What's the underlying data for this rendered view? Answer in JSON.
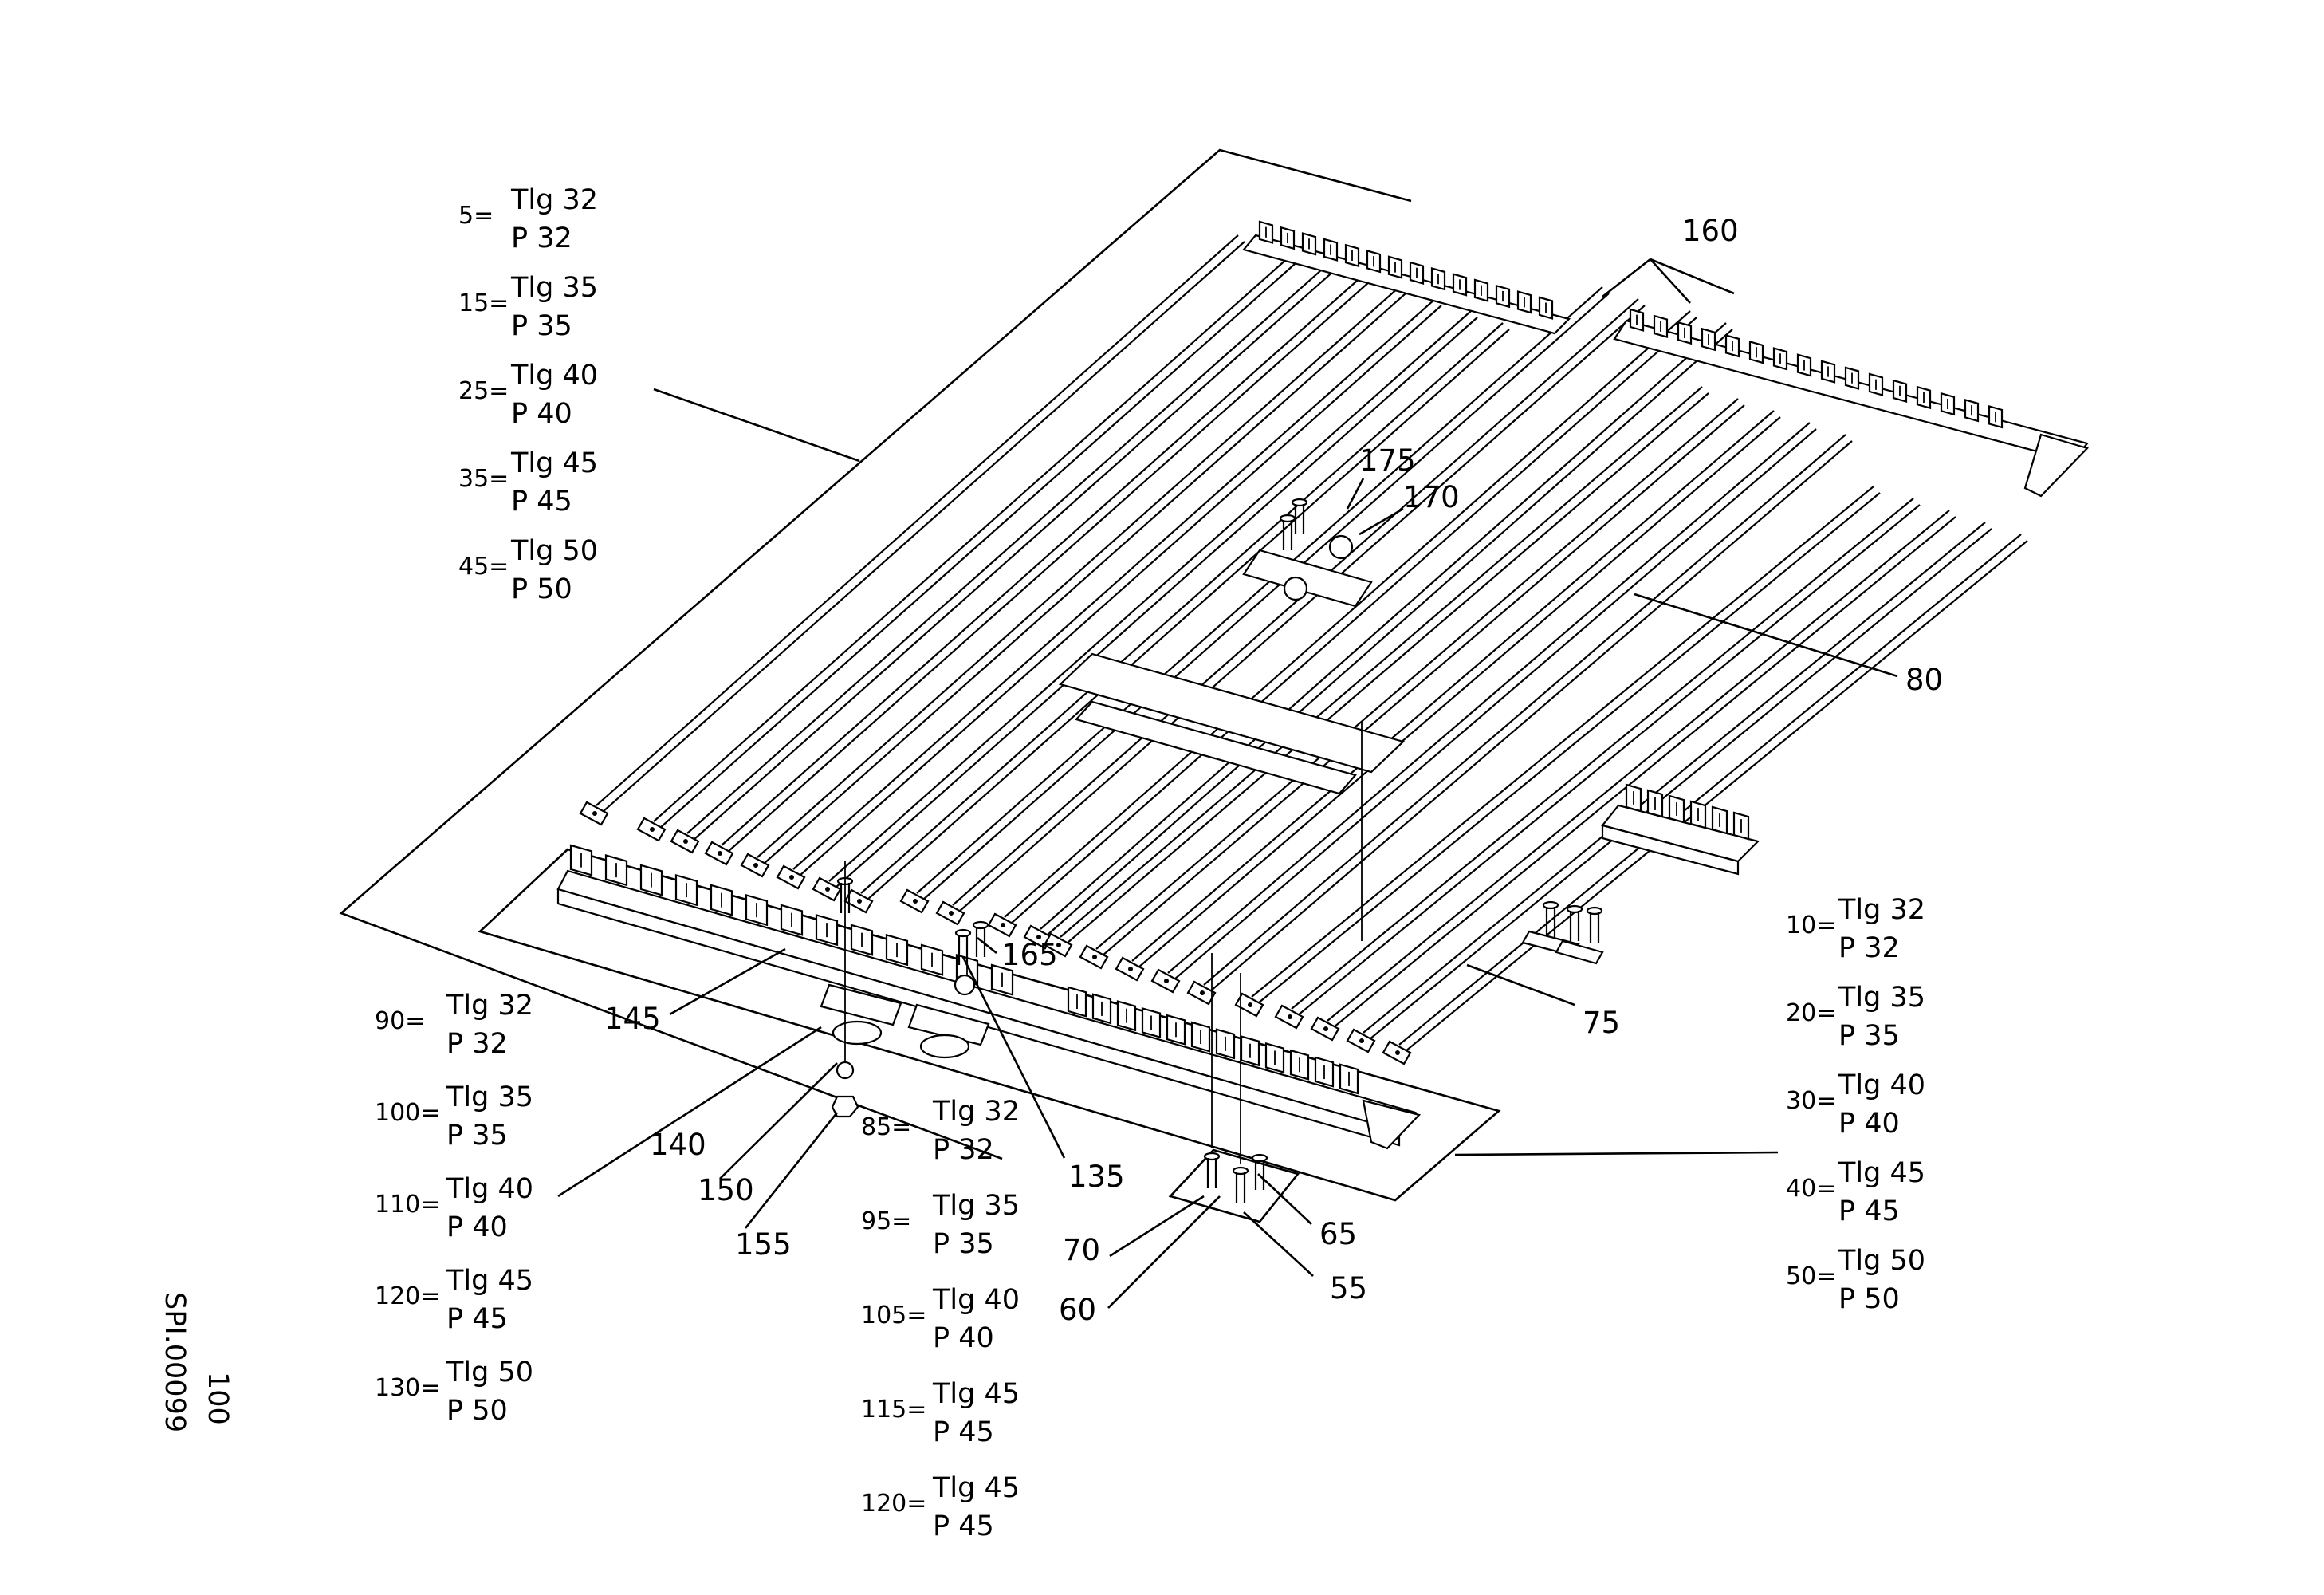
{
  "diagram": {
    "code": "SPI.00099",
    "code_number": "100",
    "callouts": {
      "c160": "160",
      "c175": "175",
      "c170": "170",
      "c80": "80",
      "c165": "165",
      "c75": "75",
      "c145": "145",
      "c140": "140",
      "c150": "150",
      "c155": "155",
      "c135": "135",
      "c70": "70",
      "c65": "65",
      "c60": "60",
      "c55": "55"
    },
    "variant_groups": {
      "top_left": [
        {
          "pos": "5=",
          "tlg": "Tlg 32",
          "p": "P 32"
        },
        {
          "pos": "15=",
          "tlg": "Tlg 35",
          "p": "P 35"
        },
        {
          "pos": "25=",
          "tlg": "Tlg 40",
          "p": "P 40"
        },
        {
          "pos": "35=",
          "tlg": "Tlg 45",
          "p": "P 45"
        },
        {
          "pos": "45=",
          "tlg": "Tlg 50",
          "p": "P 50"
        }
      ],
      "right": [
        {
          "pos": "10=",
          "tlg": "Tlg 32",
          "p": "P 32"
        },
        {
          "pos": "20=",
          "tlg": "Tlg 35",
          "p": "P 35"
        },
        {
          "pos": "30=",
          "tlg": "Tlg 40",
          "p": "P 40"
        },
        {
          "pos": "40=",
          "tlg": "Tlg 45",
          "p": "P 45"
        },
        {
          "pos": "50=",
          "tlg": "Tlg 50",
          "p": "P 50"
        }
      ],
      "bottom_left": [
        {
          "pos": "90=",
          "tlg": "Tlg 32",
          "p": "P 32"
        },
        {
          "pos": "100=",
          "tlg": "Tlg 35",
          "p": "P 35"
        },
        {
          "pos": "110=",
          "tlg": "Tlg 40",
          "p": "P 40"
        },
        {
          "pos": "120=",
          "tlg": "Tlg 45",
          "p": "P 45"
        },
        {
          "pos": "130=",
          "tlg": "Tlg 50",
          "p": "P 50"
        }
      ],
      "bottom_center": [
        {
          "pos": "85=",
          "tlg": "Tlg 32",
          "p": "P 32"
        },
        {
          "pos": "95=",
          "tlg": "Tlg 35",
          "p": "P 35"
        },
        {
          "pos": "105=",
          "tlg": "Tlg 40",
          "p": "P 40"
        },
        {
          "pos": "115=",
          "tlg": "Tlg 45",
          "p": "P 45"
        },
        {
          "pos": "120=",
          "tlg": "Tlg 45",
          "p": "P 45"
        }
      ]
    }
  }
}
